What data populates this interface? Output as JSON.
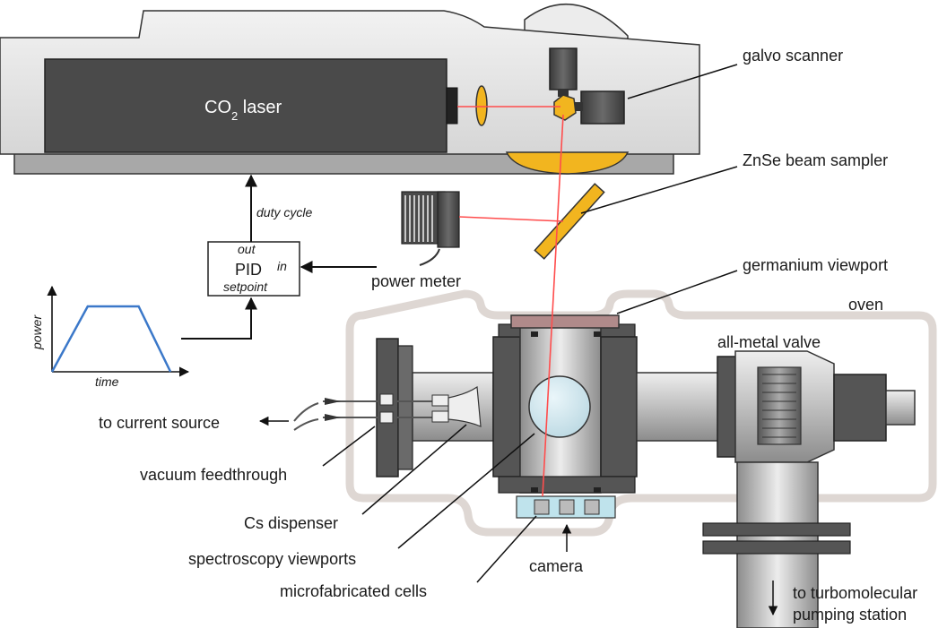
{
  "labels": {
    "laser": "CO",
    "laser_sub": "2",
    "laser_suffix": " laser",
    "galvo": "galvo scanner",
    "sampler": "ZnSe beam sampler",
    "duty_cycle": "duty cycle",
    "pid": "PID",
    "pid_out": "out",
    "pid_in": "in",
    "pid_setpoint": "setpoint",
    "power_meter": "power meter",
    "germanium": "germanium viewport",
    "oven": "oven",
    "valve": "all-metal valve",
    "current_source": "to current source",
    "feedthrough": "vacuum feedthrough",
    "dispenser": "Cs dispenser",
    "spectro": "spectroscopy viewports",
    "cells": "microfabricated cells",
    "camera": "camera",
    "turbo_line1": "to turbomolecular",
    "turbo_line2": "pumping station",
    "ylabel": "power",
    "xlabel": "time"
  },
  "colors": {
    "beam": "#ff4d4d",
    "optics": "#f2b51f",
    "profile": "#3b78c9",
    "oven": "#ded7d3",
    "dark_steel": "#555555",
    "light_steel": "#c9c9c9",
    "housing": "#e3e3e3"
  },
  "chart_data": {
    "type": "line",
    "title": "",
    "xlabel": "time",
    "ylabel": "power",
    "series": [
      {
        "x": [
          0,
          0.28,
          0.68,
          0.93
        ],
        "y": [
          0,
          1,
          1,
          0
        ]
      }
    ]
  }
}
